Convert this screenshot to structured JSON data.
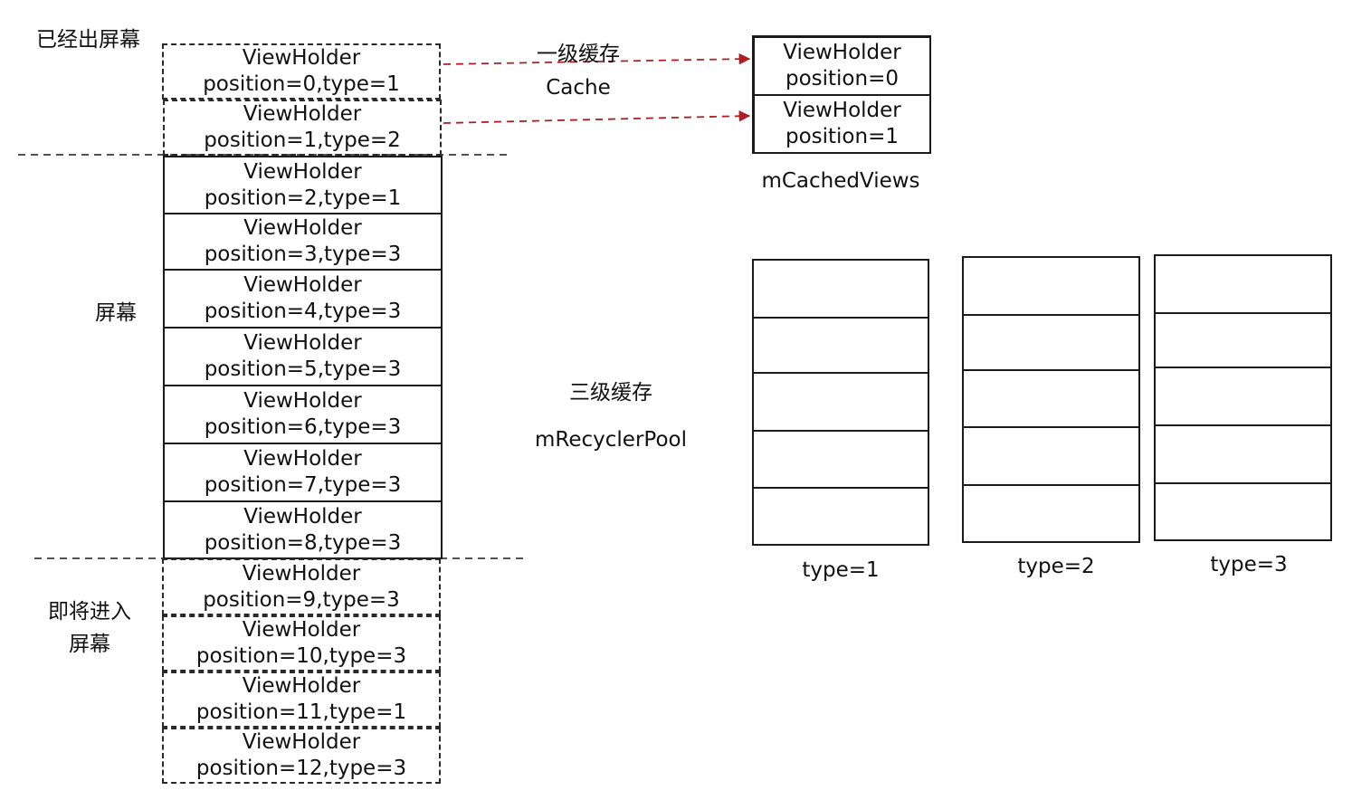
{
  "region_labels": {
    "offscreen": "已经出屏幕",
    "screen": "屏幕",
    "incoming_line1": "即将进入",
    "incoming_line2": "屏幕"
  },
  "viewholders": [
    {
      "title": "ViewHolder",
      "detail": "position=0,type=1",
      "state": "offscreen"
    },
    {
      "title": "ViewHolder",
      "detail": "position=1,type=2",
      "state": "offscreen"
    },
    {
      "title": "ViewHolder",
      "detail": "position=2,type=1",
      "state": "onscreen"
    },
    {
      "title": "ViewHolder",
      "detail": "position=3,type=3",
      "state": "onscreen"
    },
    {
      "title": "ViewHolder",
      "detail": "position=4,type=3",
      "state": "onscreen"
    },
    {
      "title": "ViewHolder",
      "detail": "position=5,type=3",
      "state": "onscreen"
    },
    {
      "title": "ViewHolder",
      "detail": "position=6,type=3",
      "state": "onscreen"
    },
    {
      "title": "ViewHolder",
      "detail": "position=7,type=3",
      "state": "onscreen"
    },
    {
      "title": "ViewHolder",
      "detail": "position=8,type=3",
      "state": "onscreen"
    },
    {
      "title": "ViewHolder",
      "detail": "position=9,type=3",
      "state": "incoming"
    },
    {
      "title": "ViewHolder",
      "detail": "position=10,type=3",
      "state": "incoming"
    },
    {
      "title": "ViewHolder",
      "detail": "position=11,type=1",
      "state": "incoming"
    },
    {
      "title": "ViewHolder",
      "detail": "position=12,type=3",
      "state": "incoming"
    }
  ],
  "cache": {
    "level_label": "一级缓存",
    "sublabel": "Cache",
    "name": "mCachedViews",
    "items": [
      {
        "title": "ViewHolder",
        "detail": "position=0"
      },
      {
        "title": "ViewHolder",
        "detail": "position=1"
      }
    ]
  },
  "pool": {
    "level_label": "三级缓存",
    "name": "mRecyclerPool",
    "stacks": [
      {
        "label": "type=1",
        "slot_count": 5
      },
      {
        "label": "type=2",
        "slot_count": 5
      },
      {
        "label": "type=3",
        "slot_count": 5
      }
    ]
  },
  "colors": {
    "arrow": "#b01e23",
    "line": "#1a1a1a",
    "text": "#111111"
  }
}
